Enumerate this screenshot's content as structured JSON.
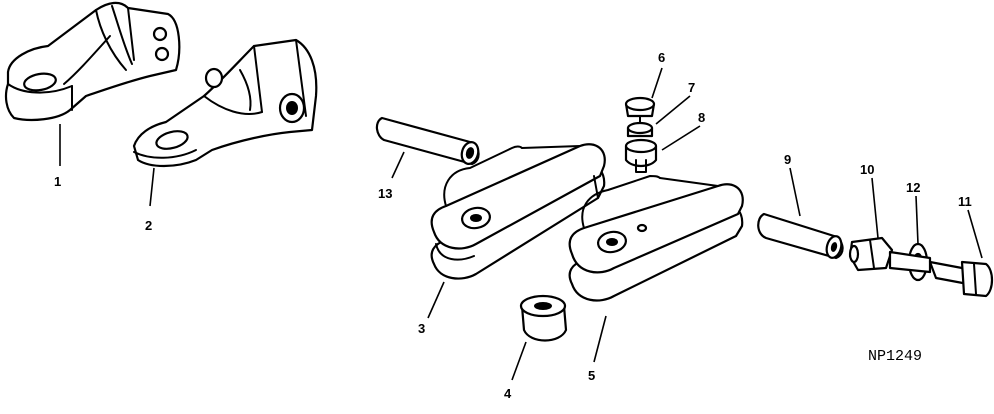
{
  "callouts": {
    "c1": "1",
    "c2": "2",
    "c3": "3",
    "c4": "4",
    "c5": "5",
    "c6": "6",
    "c7": "7",
    "c8": "8",
    "c9": "9",
    "c10": "10",
    "c11": "11",
    "c12": "12",
    "c13": "13"
  },
  "figure_code": "NP1249"
}
